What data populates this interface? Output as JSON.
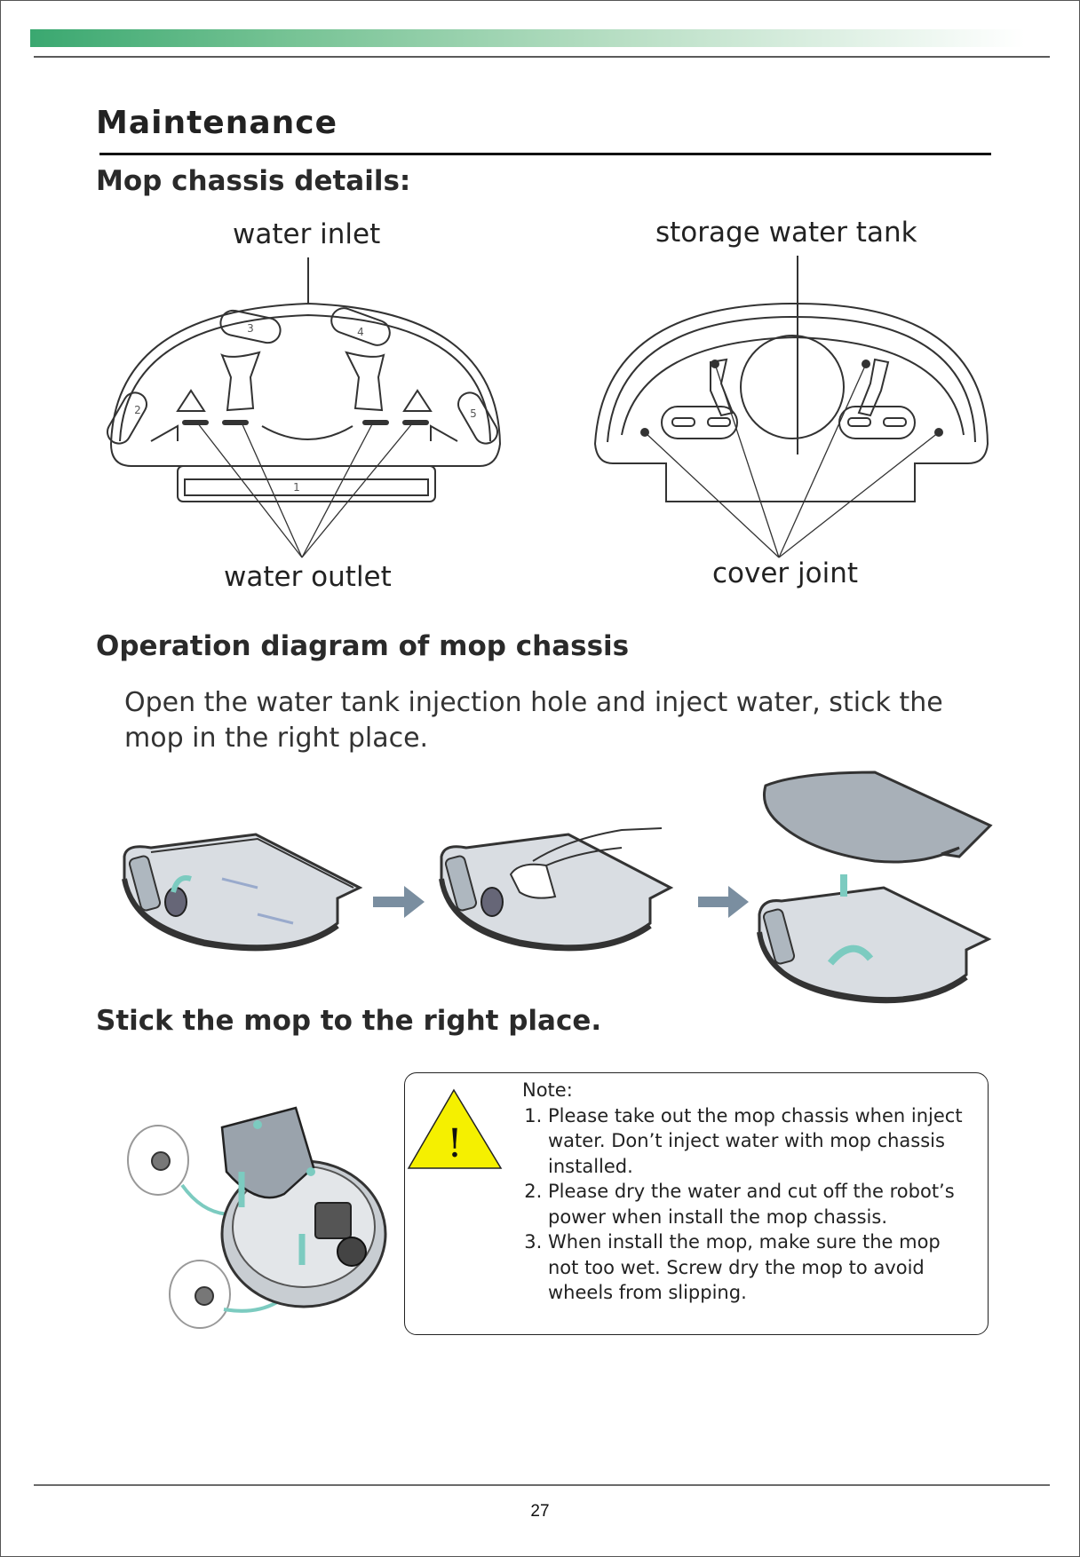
{
  "page_title": "Maintenance",
  "sections": {
    "details_heading": "Mop chassis details:",
    "operation_heading": "Operation diagram of mop chassis",
    "stick_heading": "Stick the mop to the right place."
  },
  "diagram_labels": {
    "water_inlet": "water inlet",
    "water_outlet": "water outlet",
    "storage_water_tank": "storage water tank",
    "cover_joint": "cover joint",
    "slot_numbers": [
      "1",
      "2",
      "3",
      "4",
      "5"
    ]
  },
  "operation_text": "Open the water tank injection hole and inject water, stick the mop in the right place.",
  "note": {
    "title": "Note:",
    "items": [
      "Please take out the mop chassis when inject water. Don’t inject water with mop chassis installed.",
      "Please dry the water and cut off the robot’s power when install the mop chassis.",
      "When install the mop, make sure the mop not too wet. Screw dry the mop to avoid wheels from slipping."
    ]
  },
  "warning_symbol": "!",
  "warning_icon": "warning-triangle-icon",
  "colors": {
    "header_gradient_start": "#3aa870",
    "warning_yellow": "#f5f000",
    "accent_teal": "#7ccbc0"
  },
  "page_number": "27"
}
